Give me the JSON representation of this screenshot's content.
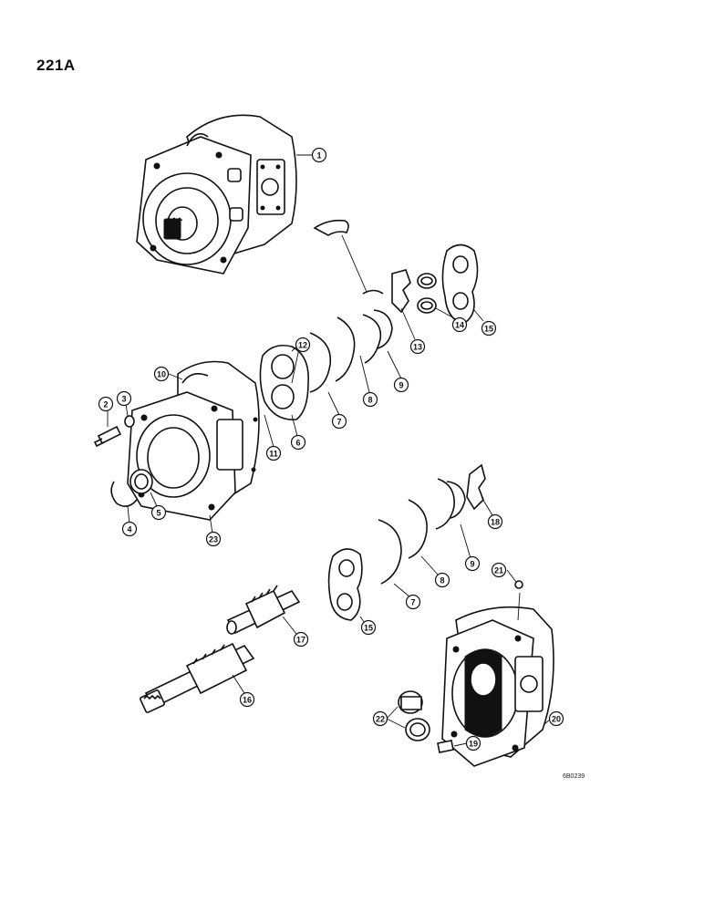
{
  "page": {
    "title": "221A",
    "figure_code": "6B0239"
  },
  "callouts": [
    {
      "num": "1"
    },
    {
      "num": "2"
    },
    {
      "num": "3"
    },
    {
      "num": "4"
    },
    {
      "num": "5"
    },
    {
      "num": "6"
    },
    {
      "num": "7"
    },
    {
      "num": "8"
    },
    {
      "num": "9"
    },
    {
      "num": "10"
    },
    {
      "num": "11"
    },
    {
      "num": "12"
    },
    {
      "num": "13"
    },
    {
      "num": "14"
    },
    {
      "num": "15"
    },
    {
      "num": "16"
    },
    {
      "num": "17"
    },
    {
      "num": "18"
    },
    {
      "num": "19"
    },
    {
      "num": "20"
    },
    {
      "num": "21"
    },
    {
      "num": "22"
    },
    {
      "num": "23"
    },
    {
      "num": "7"
    },
    {
      "num": "8"
    },
    {
      "num": "9"
    },
    {
      "num": "15"
    }
  ]
}
